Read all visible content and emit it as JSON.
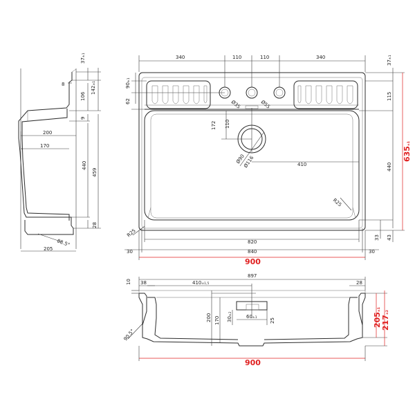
{
  "side_view": {
    "labels": {
      "d37": "37",
      "d37_tol": "±1",
      "d8": "8",
      "d106": "106",
      "d142": "142",
      "d142_tol": "±1",
      "d9": "9",
      "d200": "200",
      "d170": "170",
      "d440": "440",
      "d459": "459",
      "d28": "28",
      "angle": "88.5°",
      "d205": "205"
    }
  },
  "top_view": {
    "labels": {
      "d340a": "340",
      "d110a": "110",
      "d110b": "110",
      "d340b": "340",
      "d37": "37",
      "d37_tol": "±1",
      "d90": "90",
      "d90_tol": "±1",
      "d62": "62",
      "d115": "115",
      "dia35": "Ø35",
      "dia55": "Ø55",
      "d172": "172",
      "d110": "110",
      "dia90": "Ø90",
      "dia116": "Ø116",
      "d410": "410",
      "d440": "440",
      "d635": "635",
      "d635_tol": "±1",
      "r25a": "R25",
      "r25b": "R25",
      "d820": "820",
      "d840": "840",
      "d30a": "30",
      "d30b": "30",
      "d900": "900",
      "d33": "33",
      "d43": "43"
    }
  },
  "section_view": {
    "labels": {
      "d897": "897",
      "d10": "10",
      "d38": "38",
      "d410": "410",
      "d410_tol": "±1,5",
      "d28": "28",
      "d200": "200",
      "d170": "170",
      "d30": "30",
      "d30_tol": "±2",
      "d60": "60",
      "d60_tol": "±1",
      "d25": "25",
      "angle": "90.5°",
      "d205": "205",
      "d205_tol": "±1",
      "d217": "217",
      "d217_tol": "±2",
      "d900": "900"
    }
  }
}
